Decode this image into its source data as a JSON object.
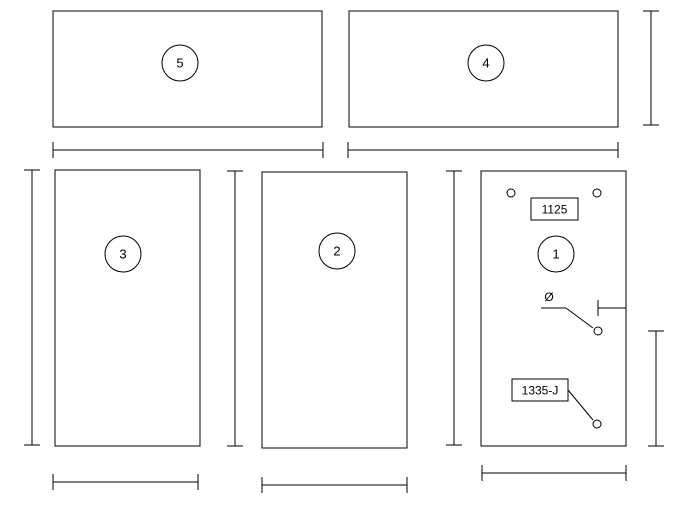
{
  "panels": [
    {
      "id": "panel-5",
      "number": "5"
    },
    {
      "id": "panel-4",
      "number": "4"
    },
    {
      "id": "panel-3",
      "number": "3"
    },
    {
      "id": "panel-2",
      "number": "2"
    },
    {
      "id": "panel-1",
      "number": "1"
    }
  ],
  "labels": {
    "tag_top": "1125",
    "tag_bottom": "1335-J",
    "diameter_symbol": "Ø"
  },
  "colors": {
    "stroke": "#000000",
    "background": "#ffffff"
  }
}
